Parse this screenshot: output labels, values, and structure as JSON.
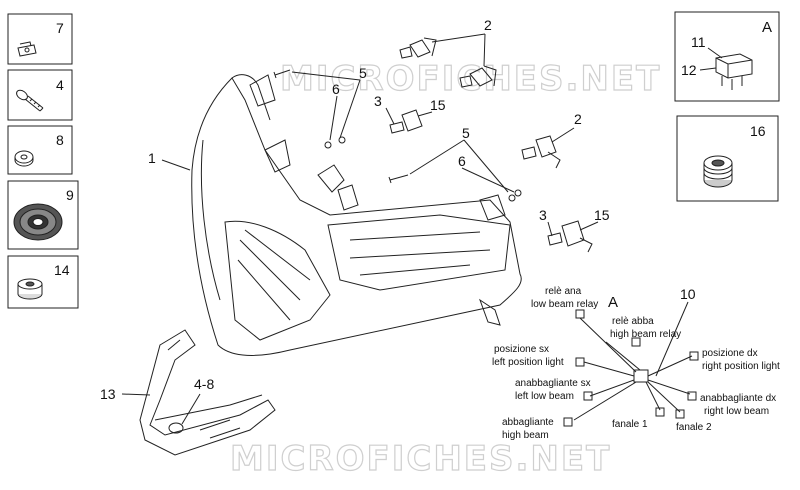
{
  "watermark": "MICROFICHES.NET",
  "side_parts": [
    {
      "num": "7",
      "icon": "clip-nut-icon"
    },
    {
      "num": "4",
      "icon": "screw-icon"
    },
    {
      "num": "8",
      "icon": "washer-icon"
    },
    {
      "num": "9",
      "icon": "grommet-icon"
    },
    {
      "num": "14",
      "icon": "spacer-icon"
    }
  ],
  "box_a": {
    "letter": "A",
    "label_relay_top": "11",
    "label_relay_bottom": "12"
  },
  "box_16": {
    "num": "16"
  },
  "callouts": {
    "headlight": "1",
    "bulb_2a": "2",
    "bulb_2b": "2",
    "bulb_3a": "3",
    "bulb_3b": "3",
    "holder_15a": "15",
    "holder_15b": "15",
    "screw_5a": "5",
    "screw_5b": "5",
    "nut_6a": "6",
    "nut_6b": "6",
    "bracket": "13",
    "bracket_hw": "4-8",
    "harness": "10",
    "harness_detail": "A"
  },
  "harness_labels": {
    "low_relay_it": "relè ana",
    "low_relay_en": "low beam relay",
    "high_relay_it": "relè abba",
    "high_relay_en": "high beam relay",
    "pos_sx_it": "posizione sx",
    "pos_sx_en": "left position light",
    "pos_dx_it": "posizione dx",
    "pos_dx_en": "right position light",
    "low_sx_it": "anabbagliante sx",
    "low_sx_en": "left low beam",
    "low_dx_it": "anabbagliante dx",
    "low_dx_en": "right low beam",
    "high_it": "abbagliante",
    "high_en": "high beam",
    "fanale1": "fanale 1",
    "fanale2": "fanale 2"
  }
}
